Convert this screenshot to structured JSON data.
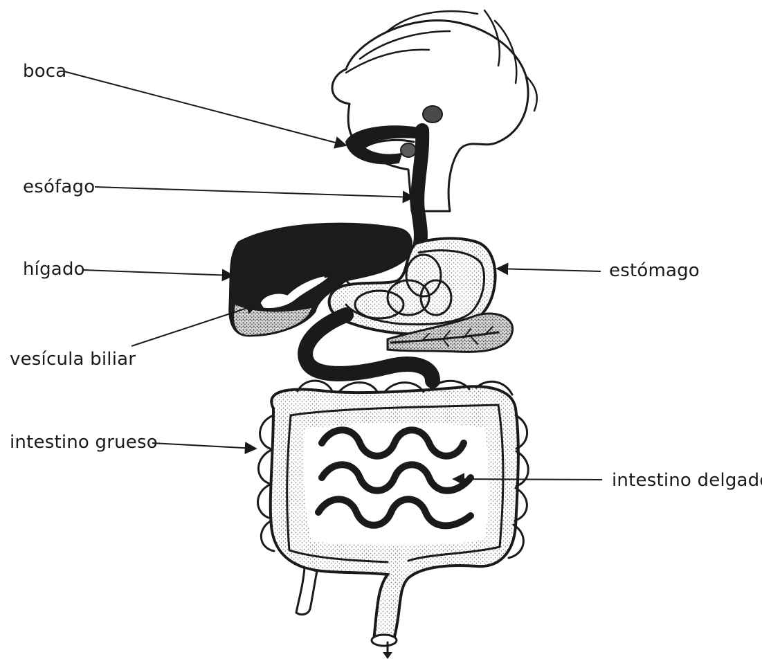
{
  "labels": {
    "boca": "boca",
    "esofago": "esófago",
    "higado": "hígado",
    "vesicula": "vesícula biliar",
    "intestino_grueso": "intestino grueso",
    "estomago": "estómago",
    "intestino_delgado": "intestino delgado"
  },
  "colors": {
    "ink": "#1a1a1a",
    "shade": "#9a9a9a",
    "paper": "#ffffff"
  }
}
